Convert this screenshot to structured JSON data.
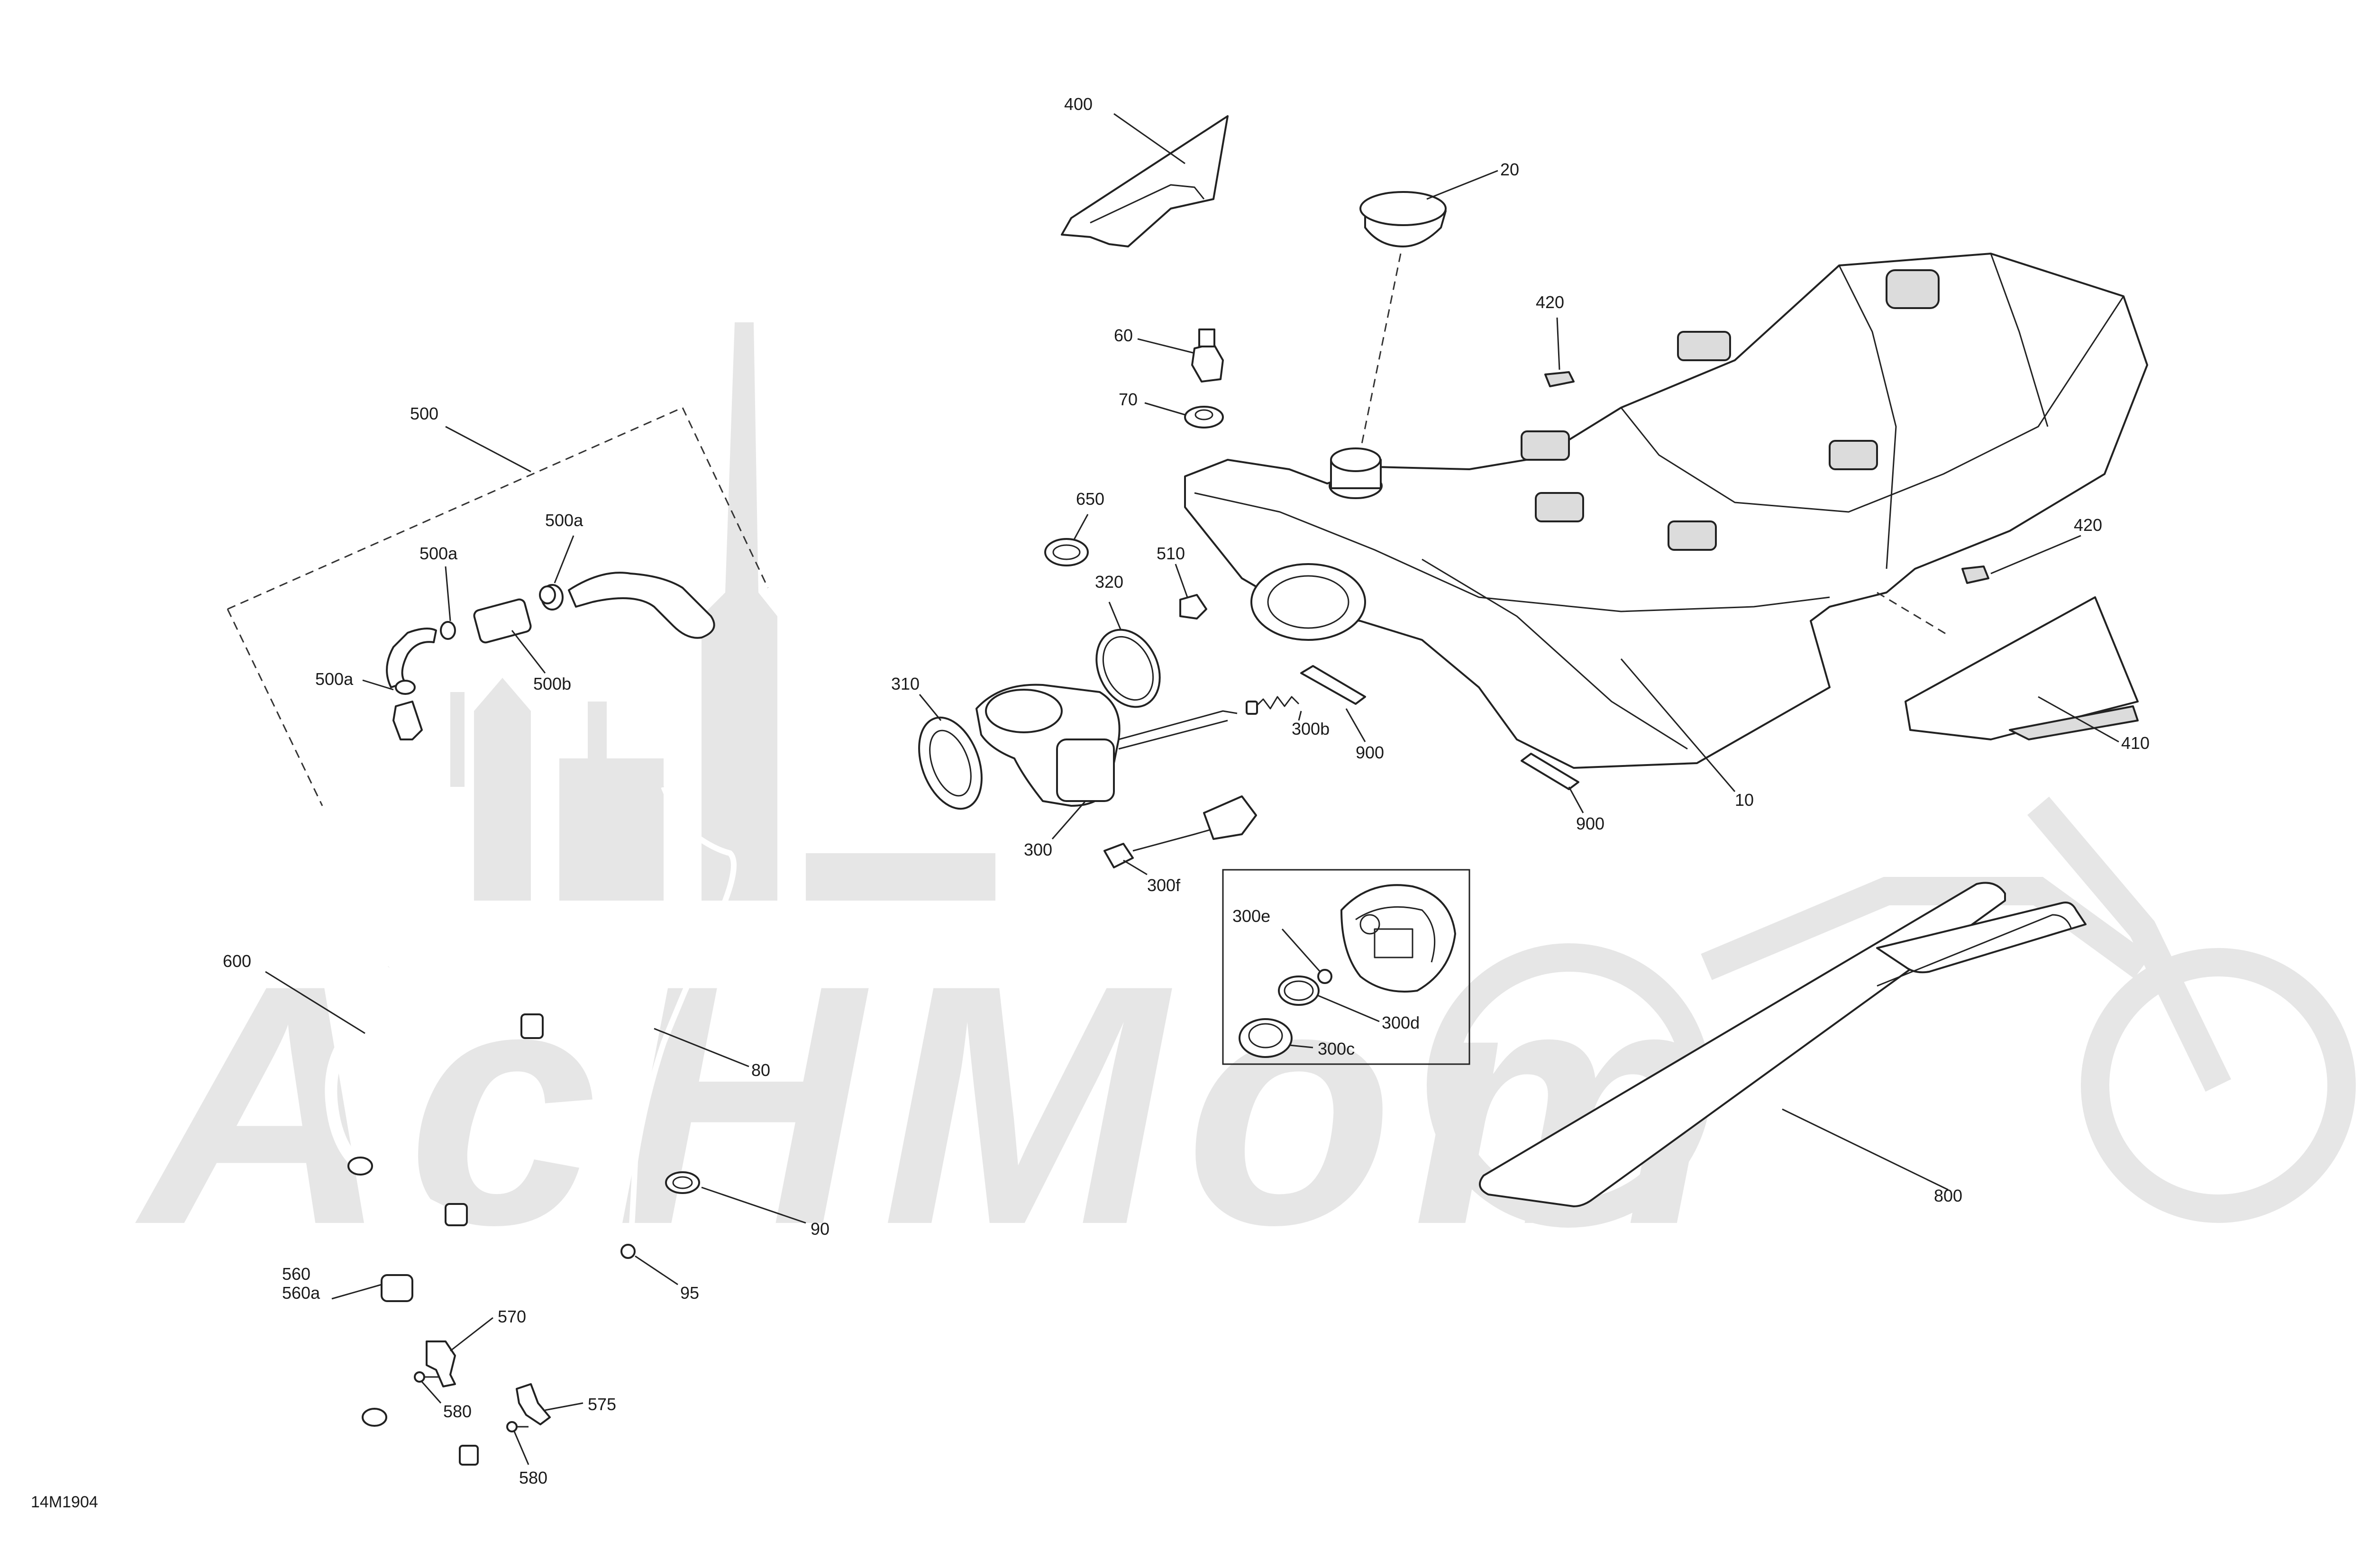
{
  "diagram": {
    "code": "14M1904",
    "watermark": "AcHMom",
    "callouts": [
      {
        "key": "c400",
        "text": "400"
      },
      {
        "key": "c20",
        "text": "20"
      },
      {
        "key": "c420a",
        "text": "420"
      },
      {
        "key": "c60",
        "text": "60"
      },
      {
        "key": "c70",
        "text": "70"
      },
      {
        "key": "c500",
        "text": "500"
      },
      {
        "key": "c500a1",
        "text": "500a"
      },
      {
        "key": "c500a2",
        "text": "500a"
      },
      {
        "key": "c500a3",
        "text": "500a"
      },
      {
        "key": "c500b",
        "text": "500b"
      },
      {
        "key": "c650",
        "text": "650"
      },
      {
        "key": "c510",
        "text": "510"
      },
      {
        "key": "c320",
        "text": "320"
      },
      {
        "key": "c420b",
        "text": "420"
      },
      {
        "key": "c310",
        "text": "310"
      },
      {
        "key": "c300b",
        "text": "300b"
      },
      {
        "key": "c900a",
        "text": "900"
      },
      {
        "key": "c410",
        "text": "410"
      },
      {
        "key": "c10",
        "text": "10"
      },
      {
        "key": "c900b",
        "text": "900"
      },
      {
        "key": "c300",
        "text": "300"
      },
      {
        "key": "c300f",
        "text": "300f"
      },
      {
        "key": "c300e",
        "text": "300e"
      },
      {
        "key": "c300d",
        "text": "300d"
      },
      {
        "key": "c300c",
        "text": "300c"
      },
      {
        "key": "c600",
        "text": "600"
      },
      {
        "key": "c80",
        "text": "80"
      },
      {
        "key": "c800",
        "text": "800"
      },
      {
        "key": "c90",
        "text": "90"
      },
      {
        "key": "c95",
        "text": "95"
      },
      {
        "key": "c560",
        "text": "560"
      },
      {
        "key": "c560a",
        "text": "560a"
      },
      {
        "key": "c570",
        "text": "570"
      },
      {
        "key": "c575",
        "text": "575"
      },
      {
        "key": "c580a",
        "text": "580"
      },
      {
        "key": "c580b",
        "text": "580"
      }
    ]
  }
}
